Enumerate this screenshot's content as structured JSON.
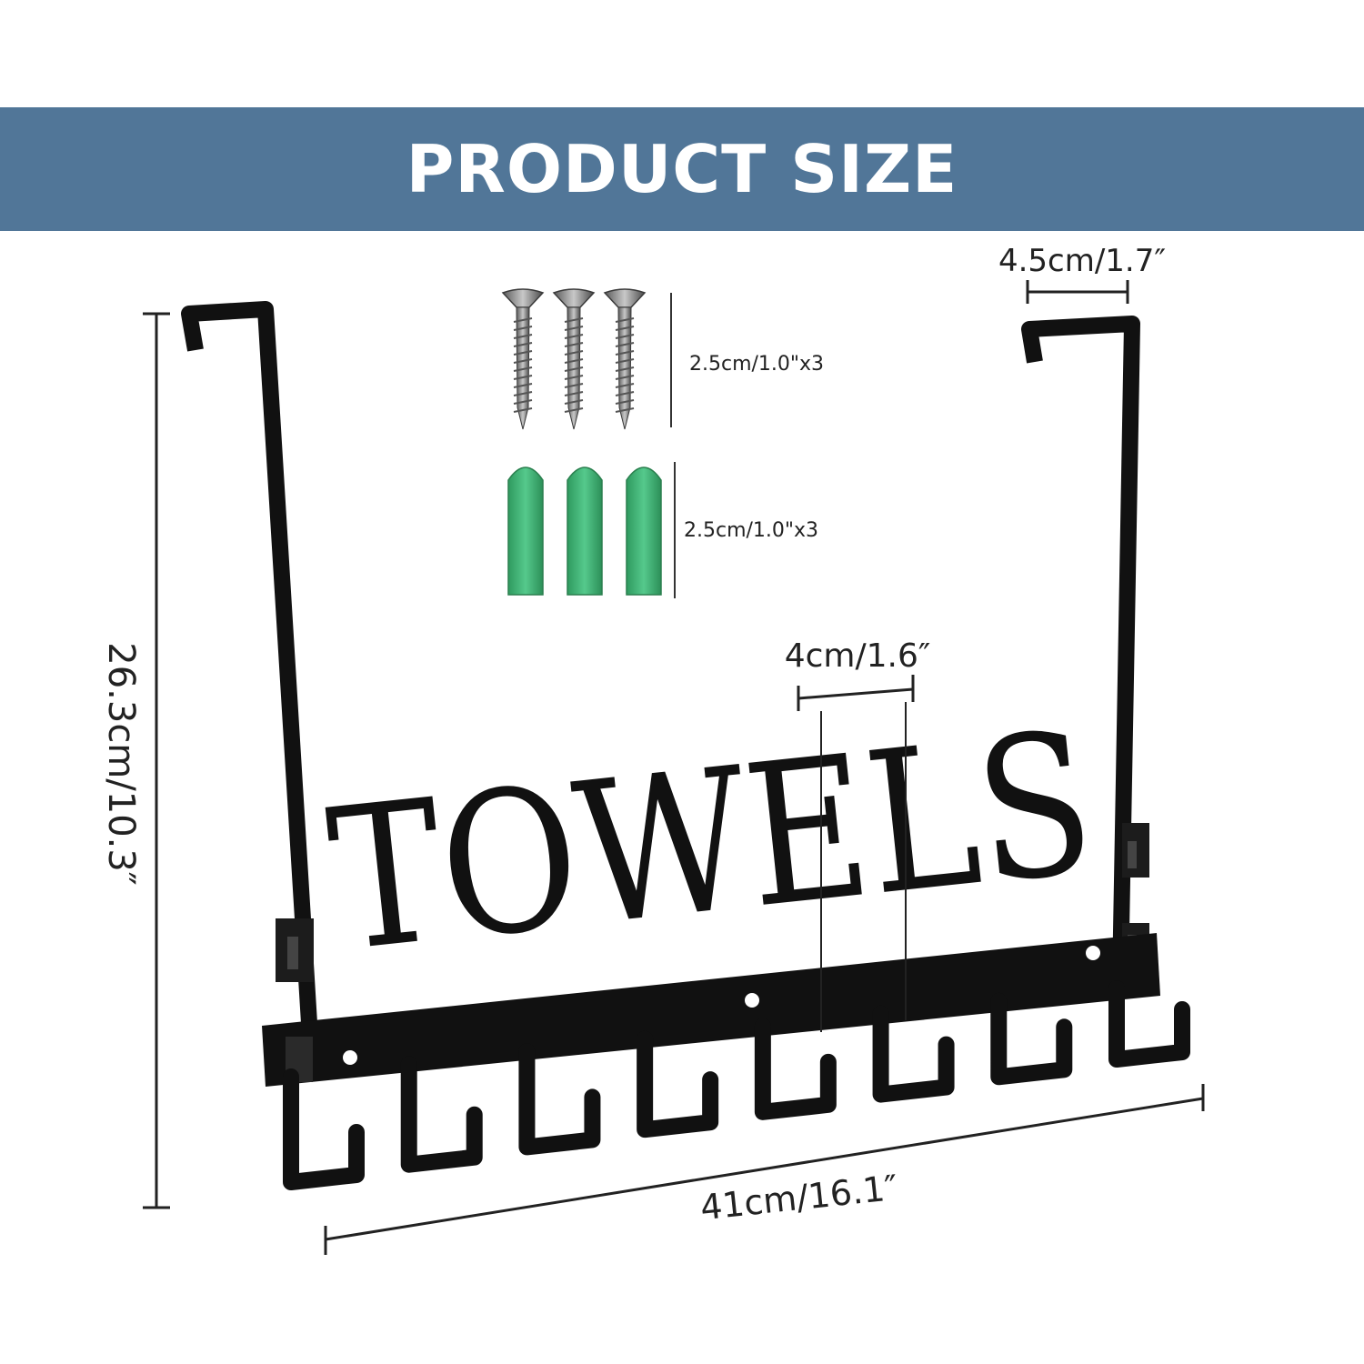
{
  "banner": {
    "title": "PRODUCT SIZE",
    "color": "#517698"
  },
  "product": {
    "sign_text": "TOWELS",
    "hook_count": 8,
    "metal_color": "#111111",
    "anchor_color": "#3fb878"
  },
  "dimensions": {
    "height": "26.3cm/10.3″",
    "width": "41cm/16.1″",
    "hook_spacing": "4cm/1.6″",
    "door_hook_width": "4.5cm/1.7″",
    "screw_size": "2.5cm/1.0\"x3",
    "anchor_size": "2.5cm/1.0\"x3"
  },
  "accessories": {
    "screw_count": 3,
    "anchor_count": 3
  }
}
